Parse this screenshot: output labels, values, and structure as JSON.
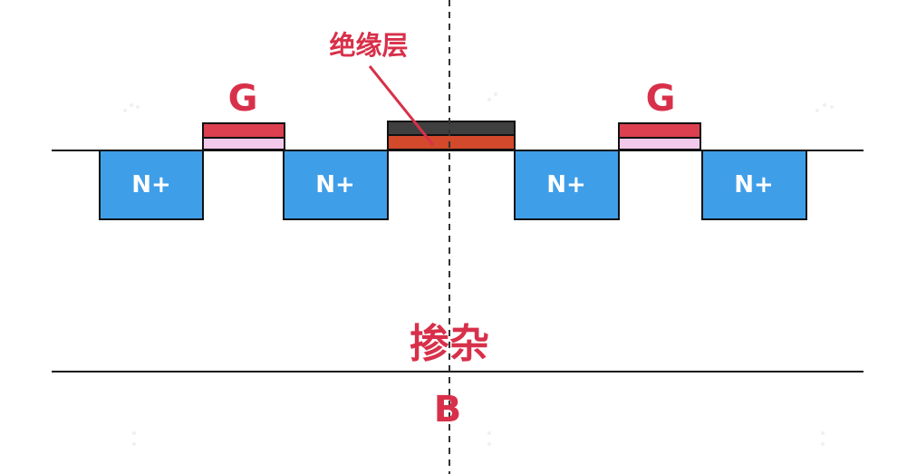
{
  "labels": {
    "insulator": "绝缘层",
    "gate_left": "G",
    "gate_right": "G",
    "doping": "掺杂",
    "base": "B"
  },
  "regions": {
    "n1": "N+",
    "n2": "N+",
    "n3": "N+",
    "n4": "N+"
  },
  "colors": {
    "label_red": "#d8304a",
    "gate_red": "#dc3f4f",
    "gate_oxide_pink": "#f2c9ea",
    "n_plus_blue": "#3f9ee8",
    "insulator_orange": "#d2492b",
    "insulator_dark": "#3f3f3f",
    "line_black": "#111111",
    "background": "#ffffff"
  }
}
